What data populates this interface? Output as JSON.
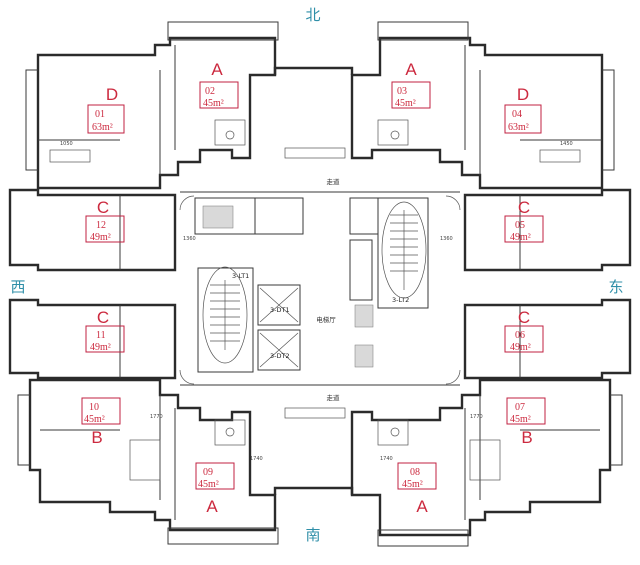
{
  "compass": {
    "north": "北",
    "south": "南",
    "west": "西",
    "east": "东"
  },
  "corridor": {
    "top": "走道",
    "bottom": "走道",
    "hall": "电梯厅"
  },
  "elevators": {
    "lt1": "3-LT1",
    "lt2": "3-LT2",
    "dt1": "3-DT1",
    "dt2": "3-DT2"
  },
  "units": [
    {
      "num": "01",
      "area": "63m²",
      "type": "D"
    },
    {
      "num": "02",
      "area": "45m²",
      "type": "A"
    },
    {
      "num": "03",
      "area": "45m²",
      "type": "A"
    },
    {
      "num": "04",
      "area": "63m²",
      "type": "D"
    },
    {
      "num": "05",
      "area": "49m²",
      "type": "C"
    },
    {
      "num": "06",
      "area": "49m²",
      "type": "C"
    },
    {
      "num": "07",
      "area": "45m²",
      "type": "B"
    },
    {
      "num": "08",
      "area": "45m²",
      "type": "A"
    },
    {
      "num": "09",
      "area": "45m²",
      "type": "A"
    },
    {
      "num": "10",
      "area": "45m²",
      "type": "B"
    },
    {
      "num": "11",
      "area": "49m²",
      "type": "C"
    },
    {
      "num": "12",
      "area": "49m²",
      "type": "C"
    }
  ],
  "dimensions": [
    "1050",
    "1450",
    "1360",
    "1770",
    "1740",
    "1360",
    "1770",
    "1740"
  ]
}
